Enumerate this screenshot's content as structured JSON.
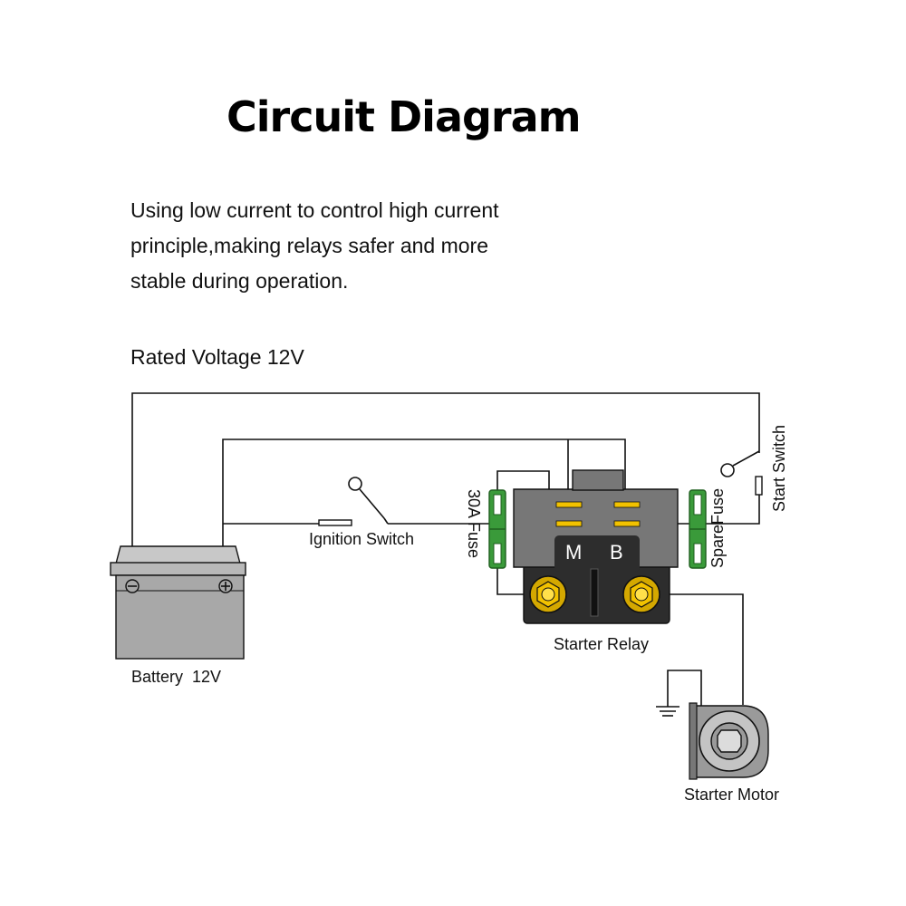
{
  "title": "Circuit Diagram",
  "description": [
    "Using low current to control high current",
    "principle,making relays safer and more",
    "stable during operation."
  ],
  "rated_voltage": "Rated Voltage 12V",
  "labels": {
    "ignition_switch": "Ignition Switch",
    "fuse_30a": "30A Fuse",
    "spare_fuse": "SpareFuse",
    "start_switch": "Start Switch",
    "starter_relay": "Starter Relay",
    "relay_m": "M",
    "relay_b": "B",
    "battery": "Battery  12V",
    "starter_motor": "Starter Motor"
  },
  "colors": {
    "wire": "#111111",
    "relay_body": "#777777",
    "relay_base": "#2d2d2d",
    "fuse": "#3a9a3a",
    "terminal": "#f2c200",
    "battery": "#a8a8a8"
  }
}
